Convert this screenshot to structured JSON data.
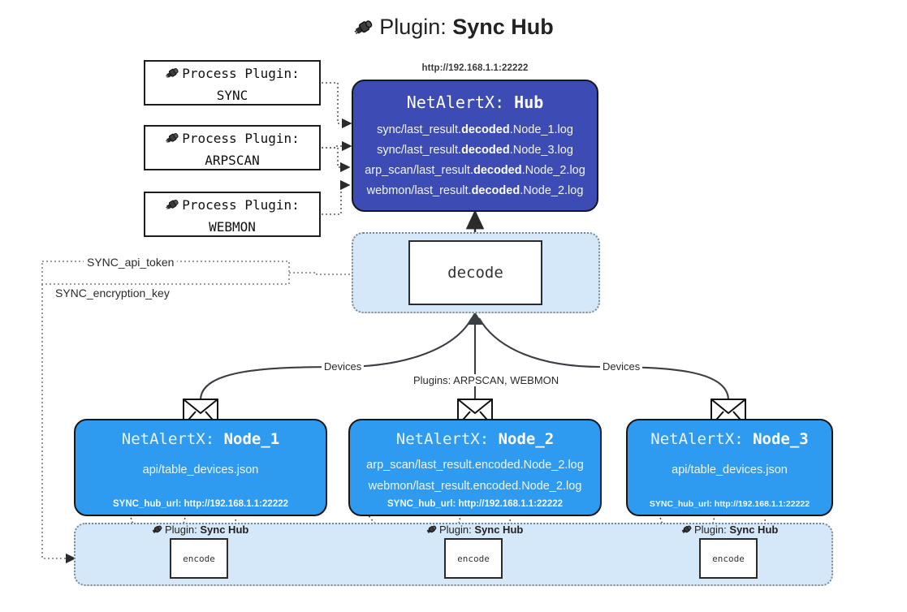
{
  "header": {
    "icon": "plug-icon",
    "prefix": "Plugin:",
    "title": "Sync Hub"
  },
  "process_plugins": [
    {
      "icon": "plug-icon",
      "line1": "Process Plugin:",
      "line2": "SYNC"
    },
    {
      "icon": "plug-icon",
      "line1": "Process Plugin:",
      "line2": "ARPSCAN"
    },
    {
      "icon": "plug-icon",
      "line1": "Process Plugin:",
      "line2": "WEBMON"
    }
  ],
  "hub": {
    "url": "http://192.168.1.1:22222",
    "title_prefix": "NetAlertX:",
    "title_name": "Hub",
    "logs": [
      {
        "pre": "sync/last_result.",
        "mid": "decoded",
        "post": ".Node_1.log"
      },
      {
        "pre": "sync/last_result.",
        "mid": "decoded",
        "post": ".Node_3.log"
      },
      {
        "pre": "arp_scan/last_result.",
        "mid": "decoded",
        "post": ".Node_2.log"
      },
      {
        "pre": "webmon/last_result.",
        "mid": "decoded",
        "post": ".Node_2.log"
      }
    ]
  },
  "decode": {
    "label": "decode"
  },
  "settings": {
    "api_token": "SYNC_api_token",
    "encryption_key": "SYNC_encryption_key"
  },
  "edge_labels": {
    "devices_left": "Devices",
    "devices_right": "Devices",
    "plugins_center": "Plugins: ARPSCAN, WEBMON"
  },
  "nodes": [
    {
      "title_prefix": "NetAlertX:",
      "title_name": "Node_1",
      "lines": [
        "api/table_devices.json"
      ],
      "footer": "SYNC_hub_url: http://192.168.1.1:22222",
      "envelope_icon": "envelope-icon"
    },
    {
      "title_prefix": "NetAlertX:",
      "title_name": "Node_2",
      "lines": [
        "arp_scan/last_result.encoded.Node_2.log",
        "webmon/last_result.encoded.Node_2.log"
      ],
      "footer": "SYNC_hub_url: http://192.168.1.1:22222",
      "envelope_icon": "envelope-icon"
    },
    {
      "title_prefix": "NetAlertX:",
      "title_name": "Node_3",
      "lines": [
        "api/table_devices.json"
      ],
      "footer": "SYNC_hub_url: http://192.168.1.1:22222",
      "envelope_icon": "envelope-icon"
    }
  ],
  "encoders": [
    {
      "caption_prefix": "Plugin:",
      "caption_name": "Sync Hub",
      "label": "encode",
      "icon": "plug-icon"
    },
    {
      "caption_prefix": "Plugin:",
      "caption_name": "Sync Hub",
      "label": "encode",
      "icon": "plug-icon"
    },
    {
      "caption_prefix": "Plugin:",
      "caption_name": "Sync Hub",
      "label": "encode",
      "icon": "plug-icon"
    }
  ],
  "colors": {
    "hub_fill": "#3d4cb5",
    "node_fill": "#2f9bf0",
    "lane_fill": "#d5e8fa",
    "stroke": "#1a1a1a"
  }
}
